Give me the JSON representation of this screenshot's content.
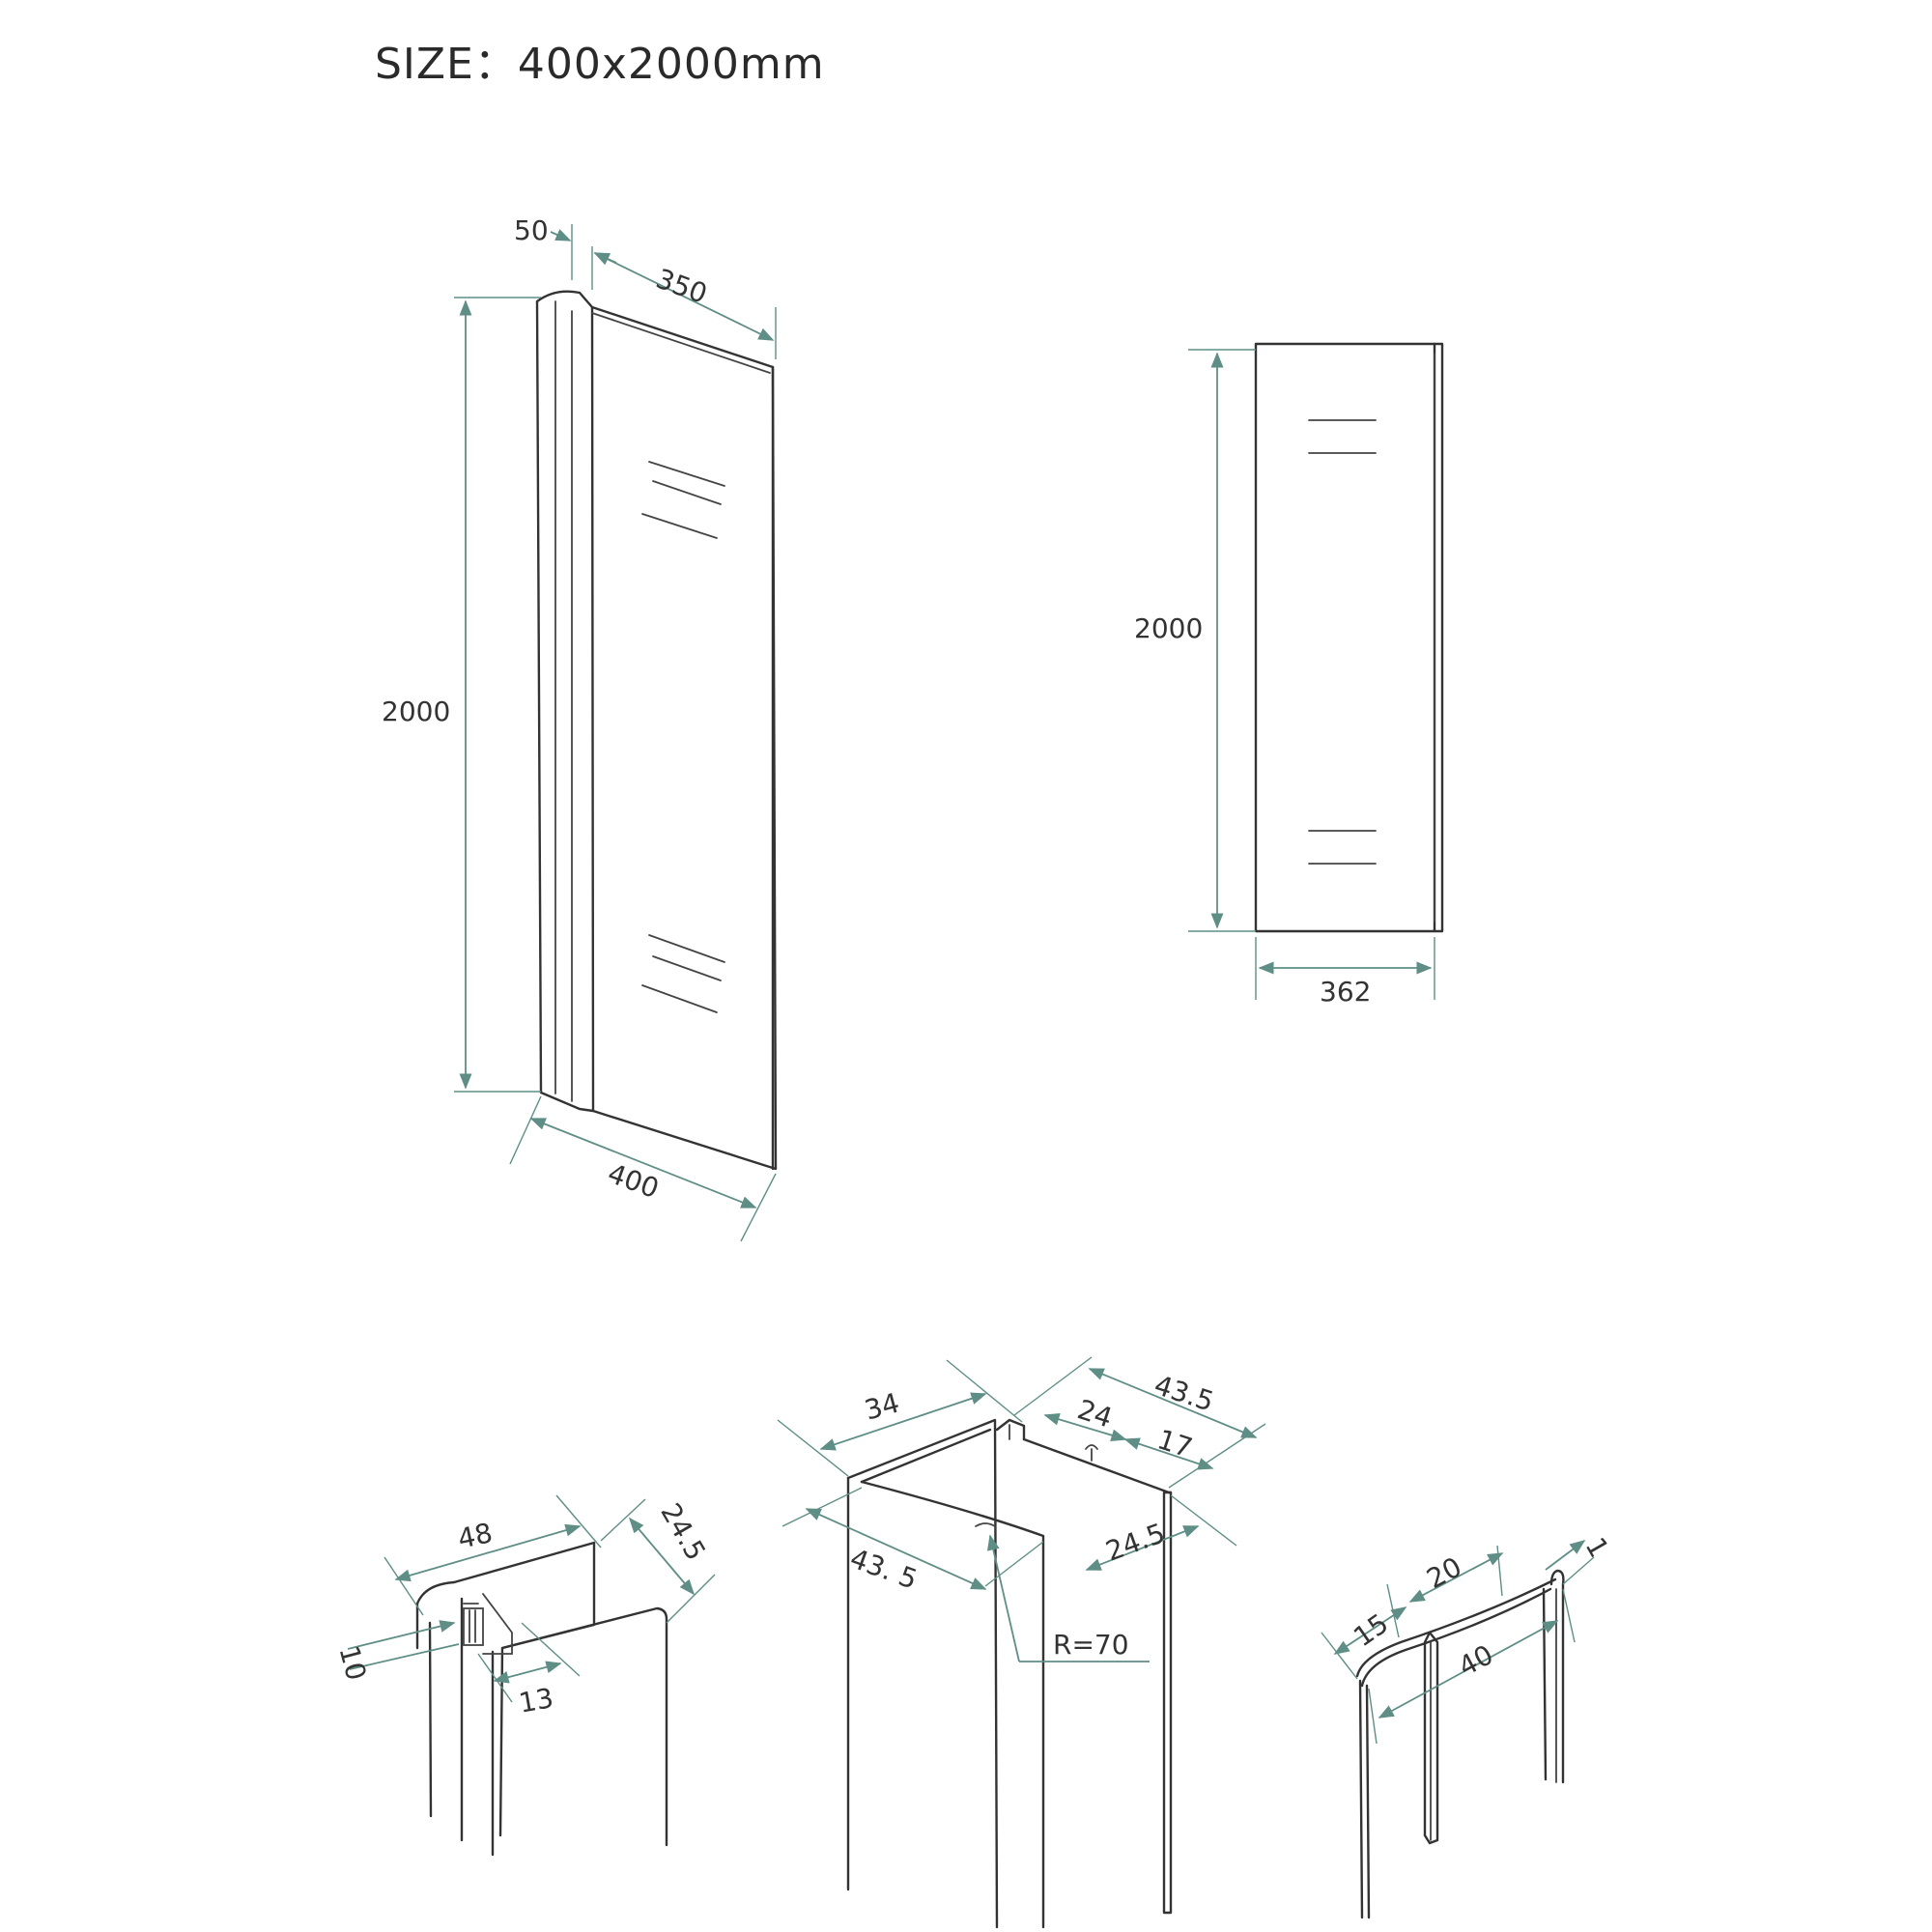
{
  "title": "SIZE：400x2000mm",
  "panel_hinged": {
    "height": "2000",
    "hinge_width": "50",
    "glass_width": "350",
    "total_width": "400"
  },
  "panel_fixed": {
    "height": "2000",
    "width": "362"
  },
  "profile_wall": {
    "width": "48",
    "depth": "24.5",
    "gap": "10",
    "slot": "13"
  },
  "profile_hinge": {
    "top_left": "34",
    "top_right": "43.5",
    "inner": "24",
    "offset": "17",
    "side": "24.5",
    "arc": "43. 5",
    "radius": "R=70"
  },
  "profile_seal": {
    "lip": "15",
    "span": "20",
    "tip": "1",
    "total": "40"
  }
}
